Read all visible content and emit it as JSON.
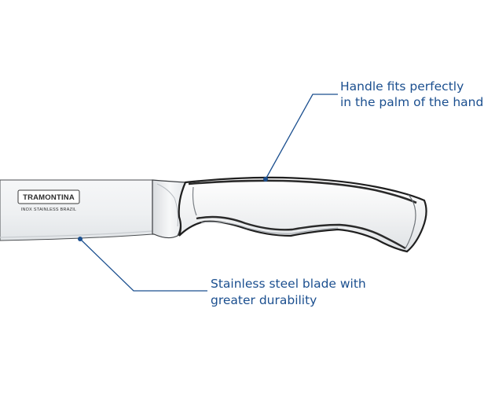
{
  "callouts": {
    "handle": {
      "line1": "Handle fits perfectly",
      "line2": "in the palm of the hand"
    },
    "blade": {
      "line1": "Stainless steel blade with",
      "line2": "greater durability"
    }
  },
  "logo": {
    "brand": "TRAMONTINA",
    "tagline": "INOX  STAINLESS  BRAZIL"
  },
  "colors": {
    "callout": "#1b4f8f",
    "background": "#ffffff",
    "outline": "#1f1f1f"
  }
}
